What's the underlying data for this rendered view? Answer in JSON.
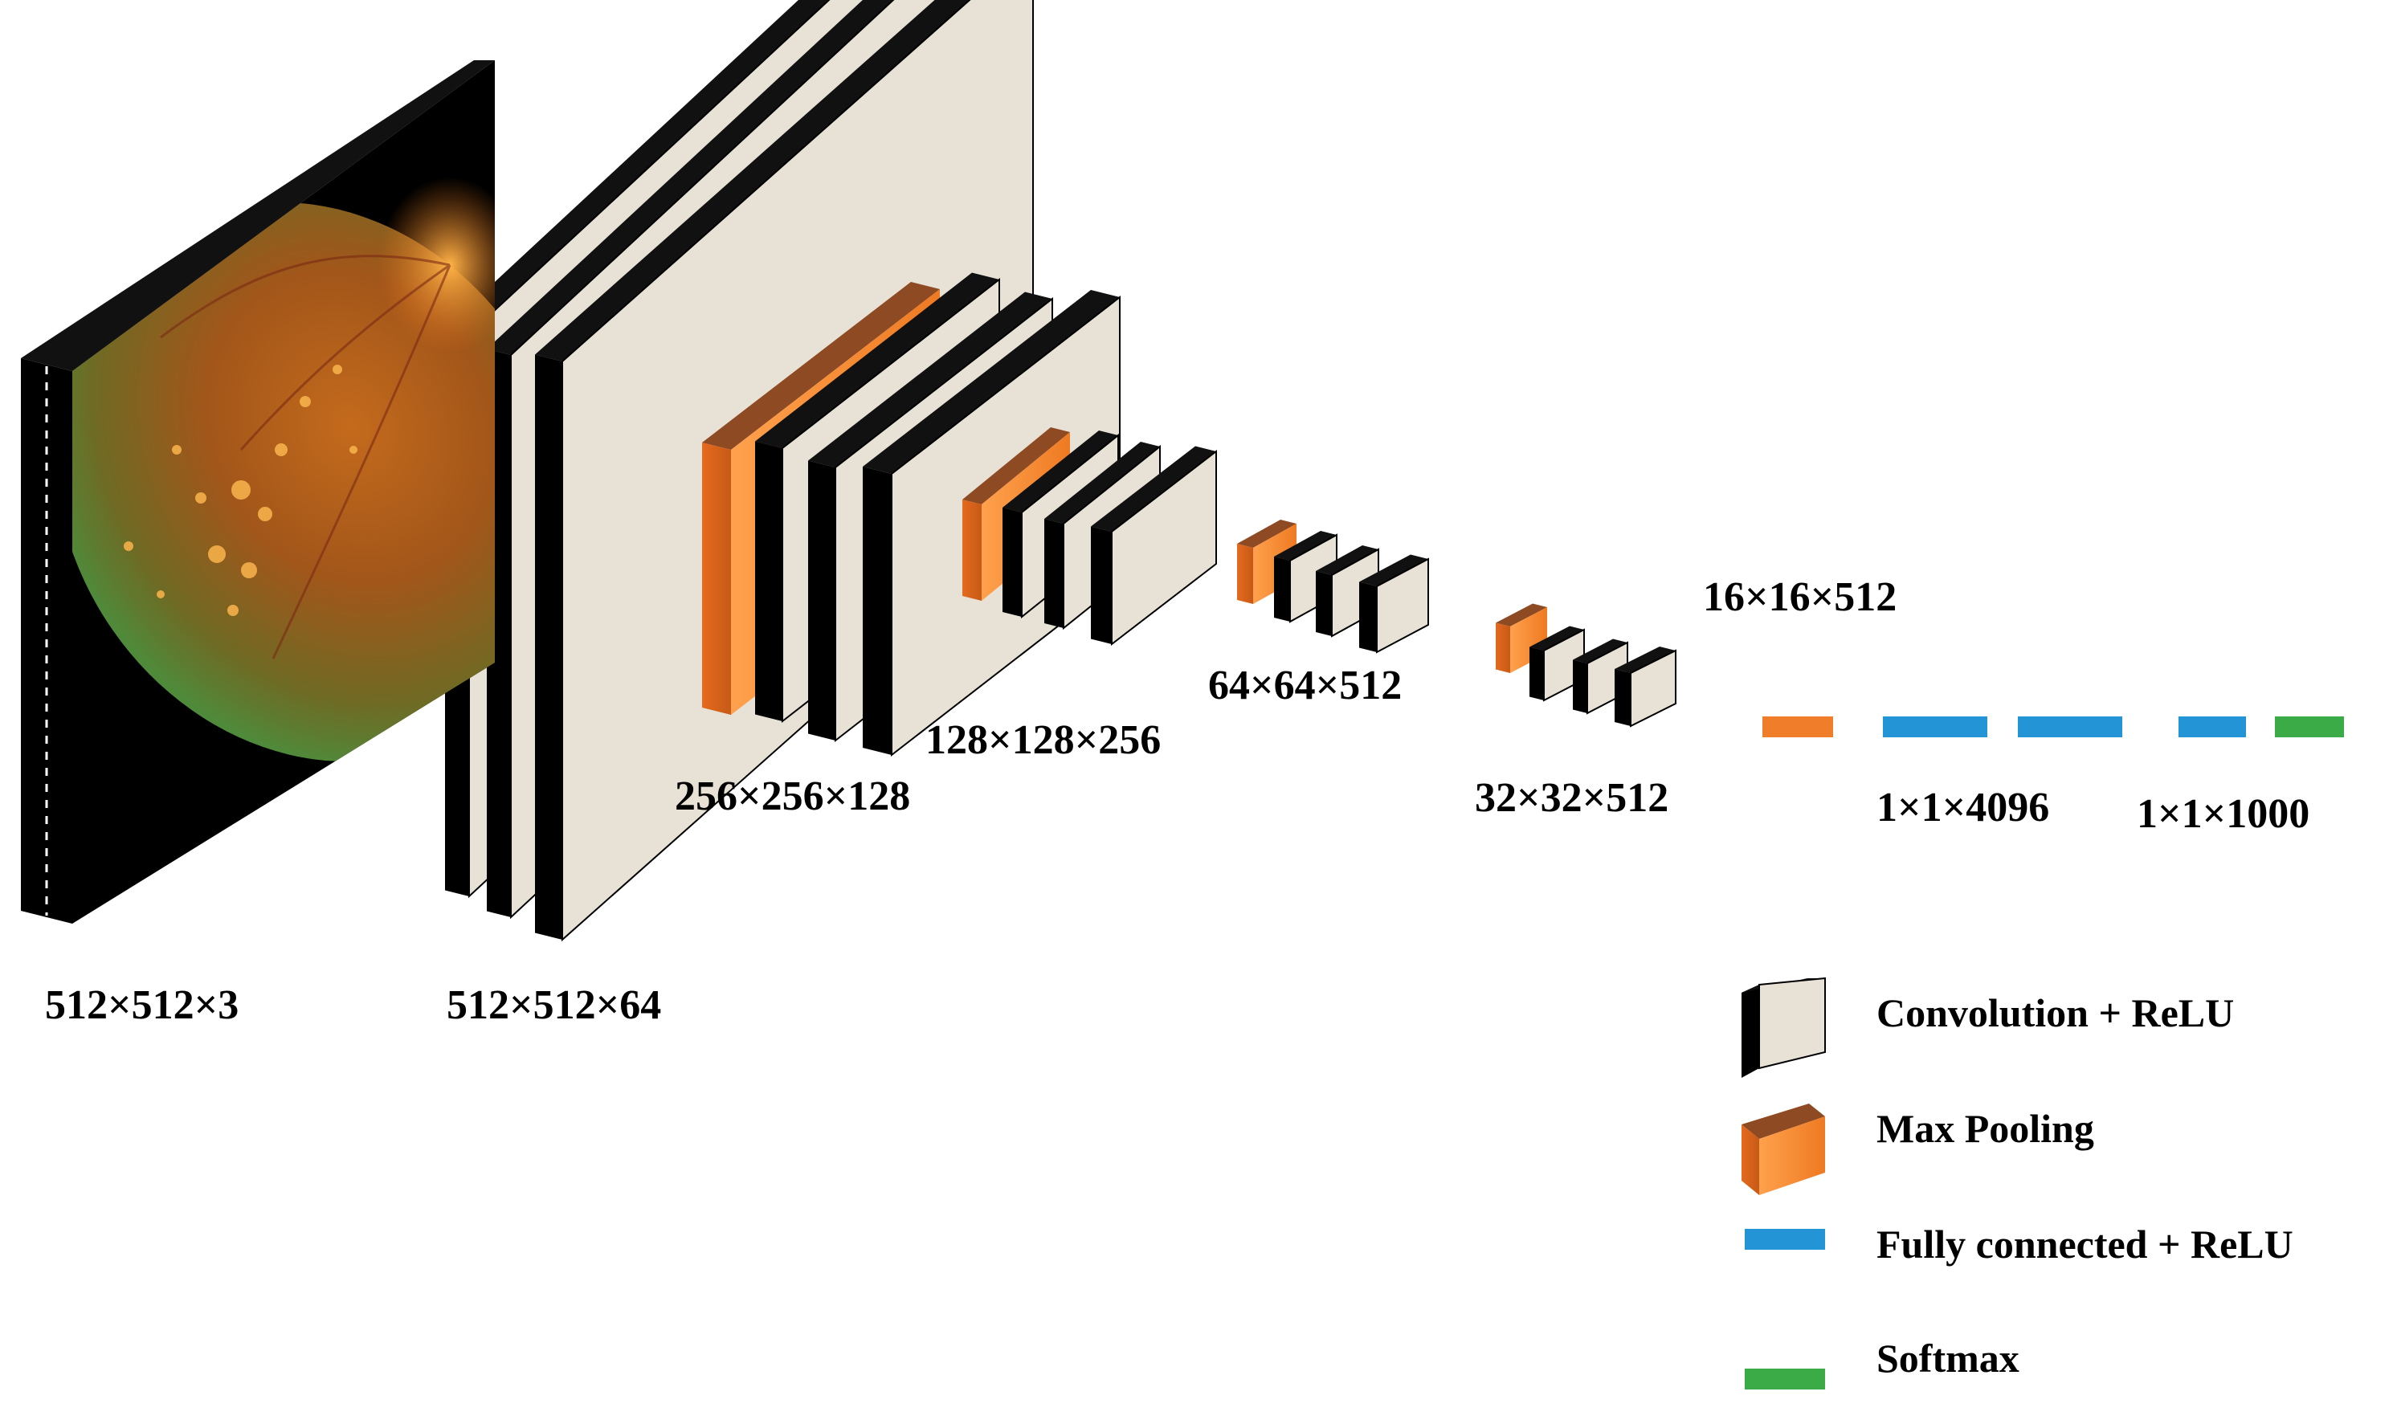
{
  "figure": {
    "input_image": "retinal-fundus-photo",
    "colors": {
      "conv_front": "#e8e2d6",
      "conv_side": "#000000",
      "pool_front": "#f7903a",
      "pool_top": "#8e4a22",
      "fully_connected": "#2394d6",
      "softmax": "#3aab46",
      "fc_pool_bar": "#f07d2a"
    },
    "labels": {
      "input": "512×512×3",
      "block1": "512×512×64",
      "block2": "256×256×128",
      "block3": "128×128×256",
      "block4": "64×64×512",
      "block5": "32×32×512",
      "pool5": "16×16×512",
      "fc": "1×1×4096",
      "softmax": "1×1×1000"
    }
  },
  "legend": {
    "conv": "Convolution + ReLU",
    "pool": "Max Pooling",
    "fc": "Fully connected + ReLU",
    "softmax": "Softmax"
  }
}
